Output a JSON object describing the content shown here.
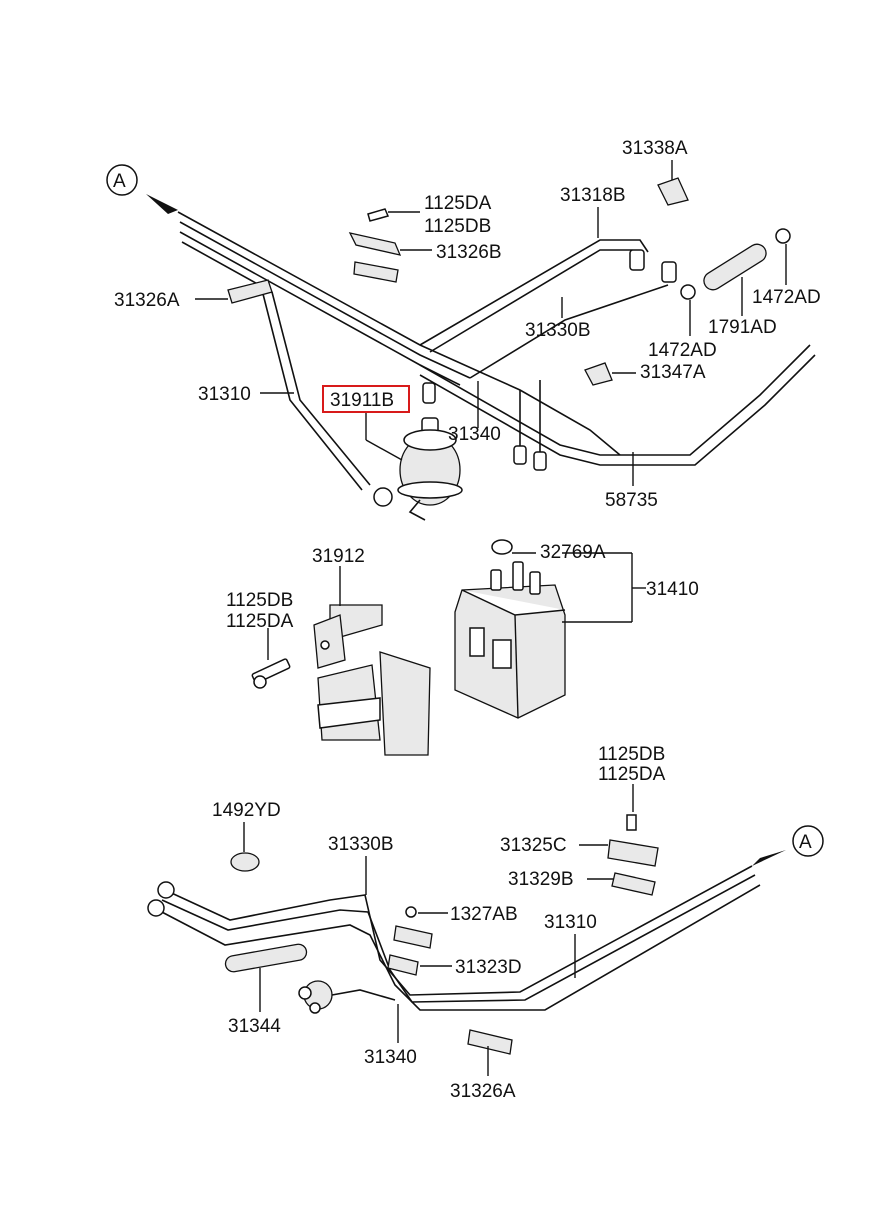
{
  "callouts": {
    "a_top": "A",
    "a_bottom": "A",
    "c31338A": "31338A",
    "c1125DA_top": "1125DA",
    "c1125DB_top": "1125DB",
    "c31318B": "31318B",
    "c31326B": "31326B",
    "c31326A_top": "31326A",
    "c1472AD_right": "1472AD",
    "c31330B_top": "31330B",
    "c1791AD": "1791AD",
    "c1472AD_mid": "1472AD",
    "c31347A": "31347A",
    "c31310_top": "31310",
    "c31911B": "31911B",
    "c31340_top": "31340",
    "c58735": "58735",
    "c31912": "31912",
    "c32769A": "32769A",
    "c31410": "31410",
    "c1125DB_mid": "1125DB",
    "c1125DA_mid": "1125DA",
    "c1125DB_low": "1125DB",
    "c1125DA_low": "1125DA",
    "c1492YD": "1492YD",
    "c31330B_low": "31330B",
    "c31325C": "31325C",
    "c31329B": "31329B",
    "c1327AB": "1327AB",
    "c31310_low": "31310",
    "c31323D": "31323D",
    "c31344": "31344",
    "c31340_low": "31340",
    "c31326A_low": "31326A"
  },
  "highlight": {
    "part": "31911B",
    "color": "#d81a1a"
  }
}
